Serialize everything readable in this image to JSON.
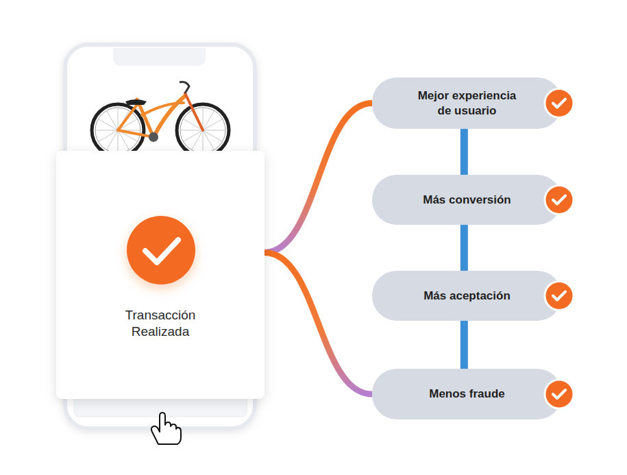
{
  "diagram": {
    "nodes": [
      {
        "text": [
          "Transacción Realizada"
        ]
      },
      {
        "text": [
          "Mejor experiencia de usuario"
        ]
      },
      {
        "text": [
          "Más conversión"
        ]
      },
      {
        "text": [
          "Más aceptación"
        ]
      },
      {
        "text": [
          "Menos fraude"
        ]
      }
    ],
    "edges": [
      {
        "from": 0,
        "to": 1,
        "arrow": "none"
      },
      {
        "from": 0,
        "to": 4,
        "arrow": "none"
      },
      {
        "from": 1,
        "to": 2,
        "arrow": "none"
      },
      {
        "from": 2,
        "to": 3,
        "arrow": "none"
      },
      {
        "from": 3,
        "to": 4,
        "arrow": "none"
      }
    ]
  }
}
